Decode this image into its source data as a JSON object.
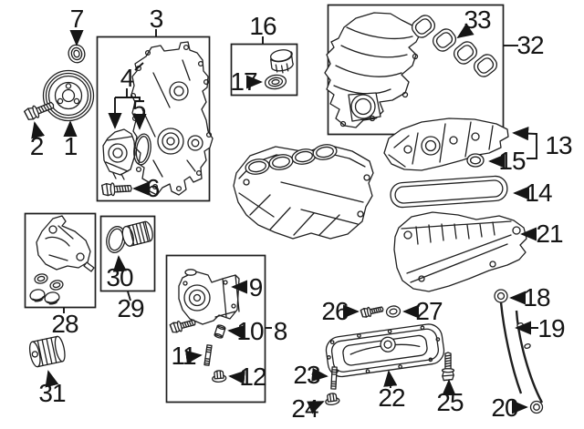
{
  "diagram": {
    "kind": "exploded-engine-parts-diagram",
    "background_color": "#ffffff",
    "line_color": "#1f1f1f",
    "label_color": "#151515"
  },
  "callouts": {
    "c1": "1",
    "c2": "2",
    "c3": "3",
    "c4": "4",
    "c5": "5",
    "c6": "6",
    "c7": "7",
    "c8": "8",
    "c9": "9",
    "c10": "10",
    "c11": "11",
    "c12": "12",
    "c13": "13",
    "c14": "14",
    "c15": "15",
    "c16": "16",
    "c17": "17",
    "c18": "18",
    "c19": "19",
    "c20": "20",
    "c21": "21",
    "c22": "22",
    "c23": "23",
    "c24": "24",
    "c25": "25",
    "c26": "26",
    "c27": "27",
    "c28": "28",
    "c29": "29",
    "c30": "30",
    "c31": "31",
    "c32": "32",
    "c33": "33"
  },
  "parts": [
    {
      "num": "1",
      "name": "crankshaft-pulley"
    },
    {
      "num": "2",
      "name": "crankshaft-pulley-bolt"
    },
    {
      "num": "3",
      "name": "timing-chain-cover"
    },
    {
      "num": "4",
      "name": "oil-cooler-assembly"
    },
    {
      "num": "5",
      "name": "oil-cooler-gasket"
    },
    {
      "num": "6",
      "name": "oil-cooler-bolt"
    },
    {
      "num": "7",
      "name": "crankshaft-front-seal"
    },
    {
      "num": "8",
      "name": "oil-pump-kit"
    },
    {
      "num": "9",
      "name": "oil-pump"
    },
    {
      "num": "10",
      "name": "dowel-pin"
    },
    {
      "num": "11",
      "name": "stud-bolt"
    },
    {
      "num": "12",
      "name": "flange-nut"
    },
    {
      "num": "13",
      "name": "valve-cover"
    },
    {
      "num": "14",
      "name": "valve-cover-gasket"
    },
    {
      "num": "15",
      "name": "seal-washer"
    },
    {
      "num": "16",
      "name": "oil-filler-cap"
    },
    {
      "num": "17",
      "name": "filler-cap-gasket"
    },
    {
      "num": "18",
      "name": "oil-level-dipstick"
    },
    {
      "num": "19",
      "name": "dipstick-guide-tube"
    },
    {
      "num": "20",
      "name": "guide-tube-o-ring"
    },
    {
      "num": "21",
      "name": "upper-oil-pan"
    },
    {
      "num": "22",
      "name": "oil-pan"
    },
    {
      "num": "23",
      "name": "oil-pan-stud"
    },
    {
      "num": "24",
      "name": "oil-pan-nut"
    },
    {
      "num": "25",
      "name": "oil-pan-bolt"
    },
    {
      "num": "26",
      "name": "oil-drain-plug"
    },
    {
      "num": "27",
      "name": "drain-plug-gasket"
    },
    {
      "num": "28",
      "name": "oil-filter-bracket-kit"
    },
    {
      "num": "29",
      "name": "oil-filter-kit"
    },
    {
      "num": "30",
      "name": "oil-filter-o-ring"
    },
    {
      "num": "31",
      "name": "idler-pulley"
    },
    {
      "num": "32",
      "name": "intake-manifold-assembly"
    },
    {
      "num": "33",
      "name": "intake-manifold-gaskets"
    }
  ]
}
